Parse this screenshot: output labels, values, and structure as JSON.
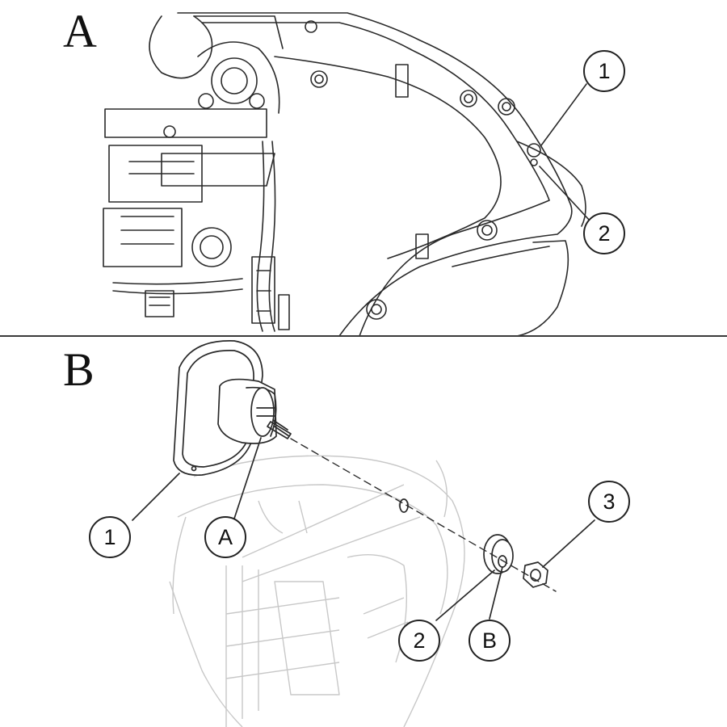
{
  "figure": {
    "panels": [
      {
        "letter": "A",
        "callouts": [
          "1",
          "2"
        ]
      },
      {
        "letter": "B",
        "callouts": [
          "1",
          "A",
          "2",
          "B",
          "3"
        ]
      }
    ]
  },
  "colors": {
    "line": "#2a2a2a",
    "faded_line": "#c8c8c8",
    "background": "#ffffff"
  }
}
